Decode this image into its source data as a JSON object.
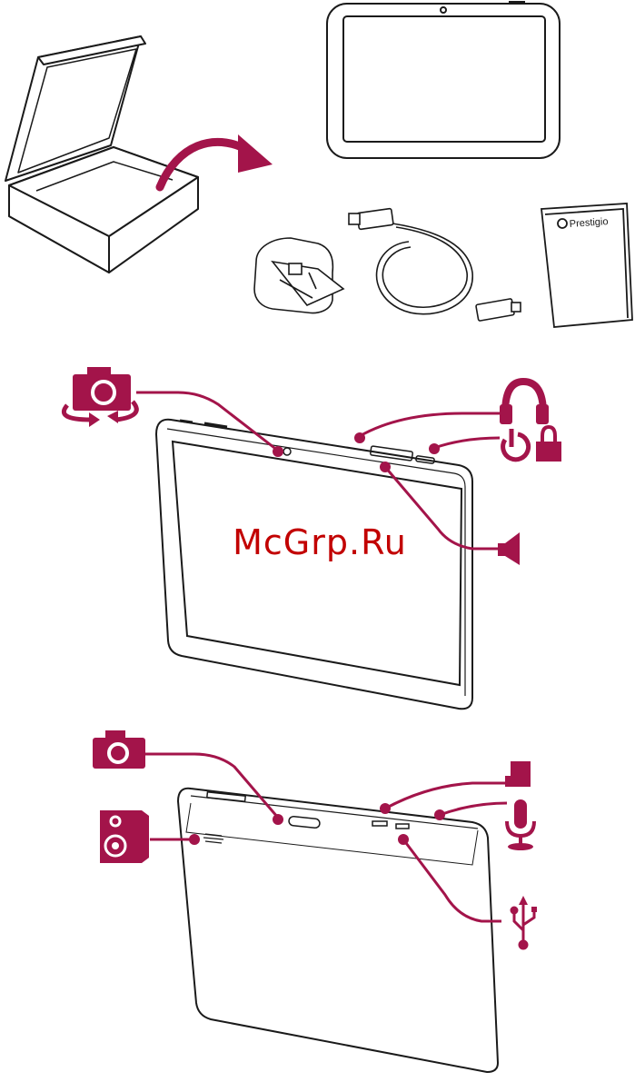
{
  "watermark": "McGrp.Ru",
  "manual_brand": "Prestigio",
  "colors": {
    "accent": "#a3144a",
    "stroke": "#1a1a1a",
    "background": "#ffffff"
  },
  "package_contents": [
    "box",
    "tablet",
    "wall-charger",
    "usb-cable",
    "user-manual"
  ],
  "front_callouts": [
    "camera-rotate-icon",
    "headphones-icon",
    "power-icon",
    "lock-icon",
    "speaker-volume-icon"
  ],
  "back_callouts": [
    "camera-icon",
    "loudspeaker-icon",
    "sd-card-icon",
    "microphone-icon",
    "usb-icon"
  ]
}
